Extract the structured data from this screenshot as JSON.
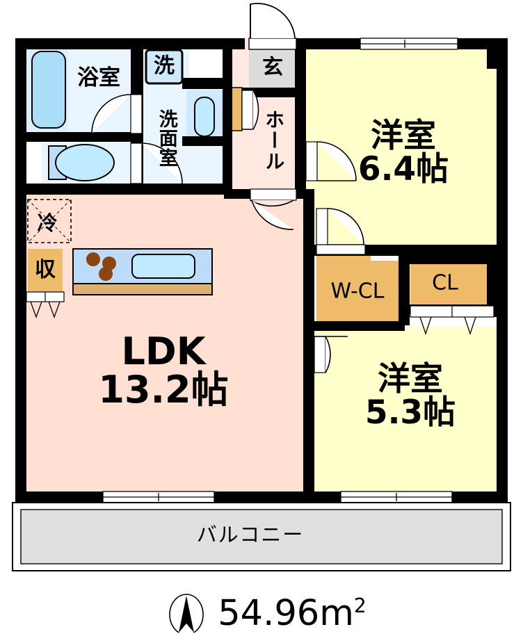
{
  "document": {
    "kind": "japanese-apartment-floor-plan",
    "total_area": "54.96m",
    "area_unit_superscript": "2",
    "compass": "north-arrow-icon"
  },
  "rooms": [
    {
      "id": "bath",
      "label": "浴室",
      "label_en": "bathroom",
      "color": "#ddeeff"
    },
    {
      "id": "washroom",
      "label": "洗面室",
      "label_en": "washroom",
      "color": "#eaf6ff"
    },
    {
      "id": "washer",
      "label": "洗",
      "label_en": "washing-machine",
      "color": "#cfe9ff"
    },
    {
      "id": "toilet",
      "label": "",
      "label_en": "toilet",
      "color": "#eaf6ff"
    },
    {
      "id": "genkan",
      "label": "玄",
      "label_en": "entrance",
      "color": "#dcdcdc"
    },
    {
      "id": "hall",
      "label": "ホール",
      "label_en": "hall",
      "color": "#ffe8df"
    },
    {
      "id": "bed1",
      "label": "洋室",
      "size": "6.4帖",
      "label_en": "western-room-1",
      "color": "#ffffcc"
    },
    {
      "id": "bed2",
      "label": "洋室",
      "size": "5.3帖",
      "label_en": "western-room-2",
      "color": "#ffffcc"
    },
    {
      "id": "ldk",
      "label": "LDK",
      "size": "13.2帖",
      "label_en": "living-dining-kitchen",
      "color": "#ffe0d3"
    },
    {
      "id": "wcl",
      "label": "W-CL",
      "label_en": "walk-in-closet",
      "color": "#eebb6b"
    },
    {
      "id": "cl",
      "label": "CL",
      "label_en": "closet",
      "color": "#eebb6b"
    },
    {
      "id": "storage",
      "label": "収",
      "label_en": "storage-closet",
      "color": "#eebb6b"
    },
    {
      "id": "fridge",
      "label": "冷",
      "label_en": "refrigerator-space",
      "color": "#ffe0d3"
    },
    {
      "id": "balcony",
      "label": "バルコニー",
      "label_en": "balcony",
      "color": "#e0e0e0"
    }
  ],
  "labels": {
    "bath": "浴室",
    "washer": "洗",
    "washroom": "洗面室",
    "genkan": "玄",
    "hall": "ホール",
    "bed1_name": "洋室",
    "bed1_size": "6.4帖",
    "bed2_name": "洋室",
    "bed2_size": "5.3帖",
    "ldk_name": "LDK",
    "ldk_size": "13.2帖",
    "wcl": "W-CL",
    "cl": "CL",
    "storage": "収",
    "fridge": "冷",
    "balcony": "バルコニー",
    "area": "54.96m",
    "area_sup": "2"
  },
  "fixtures": [
    {
      "name": "bathtub-icon",
      "room": "bath"
    },
    {
      "name": "toilet-bowl-icon",
      "room": "toilet"
    },
    {
      "name": "toilet-tank-icon",
      "room": "toilet"
    },
    {
      "name": "vanity-sink-icon",
      "room": "washroom"
    },
    {
      "name": "washing-machine-icon",
      "room": "washroom"
    },
    {
      "name": "kitchen-sink-icon",
      "room": "ldk"
    },
    {
      "name": "stove-burner-icon",
      "room": "ldk",
      "count": 3
    },
    {
      "name": "kitchen-counter-icon",
      "room": "ldk"
    },
    {
      "name": "shoe-cabinet-icon",
      "room": "genkan"
    }
  ],
  "colors": {
    "wall": "#000000",
    "ldk": "#ffe0d3",
    "bedroom": "#ffffcc",
    "closet": "#eebb6b",
    "water": "#eaf6ff",
    "water_deep": "#cfe9ff",
    "balcony": "#e0e0e0",
    "entrance_tile": "#dcdcdc",
    "fixture_fill": "#aaddf6",
    "burner": "#8b4513",
    "counter": "#e0b070"
  }
}
